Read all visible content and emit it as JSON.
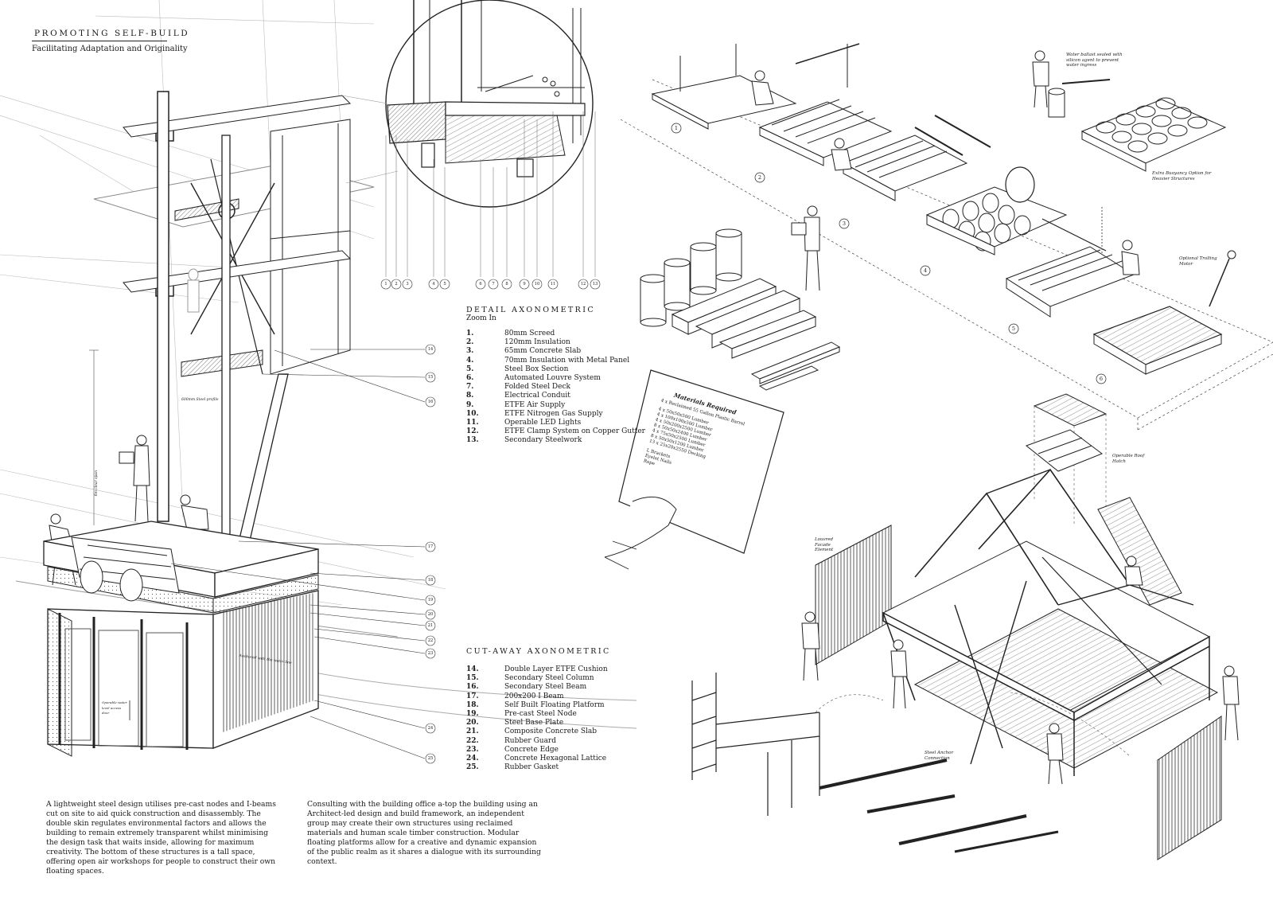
{
  "header": {
    "title": "PROMOTING SELF-BUILD",
    "subtitle": "Facilitating Adaptation and Originality"
  },
  "detail_section": {
    "heading": "DETAIL AXONOMETRIC",
    "subheading": "Zoom In",
    "items": [
      {
        "num": "1.",
        "label": "80mm Screed"
      },
      {
        "num": "2.",
        "label": "120mm Insulation"
      },
      {
        "num": "3.",
        "label": "65mm Concrete Slab"
      },
      {
        "num": "4.",
        "label": "70mm Insulation with Metal Panel"
      },
      {
        "num": "5.",
        "label": "Steel Box Section"
      },
      {
        "num": "6.",
        "label": "Automated Louvre System"
      },
      {
        "num": "7.",
        "label": "Folded Steel Deck"
      },
      {
        "num": "8.",
        "label": "Electrical Conduit"
      },
      {
        "num": "9.",
        "label": "ETFE Air Supply"
      },
      {
        "num": "10.",
        "label": "ETFE Nitrogen Gas Supply"
      },
      {
        "num": "11.",
        "label": "Operable LED Lights"
      },
      {
        "num": "12.",
        "label": "ETFE Clamp System on Copper Gutter"
      },
      {
        "num": "13.",
        "label": "Secondary Steelwork"
      }
    ]
  },
  "cutaway_section": {
    "heading": "CUT-AWAY AXONOMETRIC",
    "items": [
      {
        "num": "14.",
        "label": "Double Layer ETFE Cushion"
      },
      {
        "num": "15.",
        "label": "Secondary Steel Column"
      },
      {
        "num": "16.",
        "label": "Secondary Steel Beam"
      },
      {
        "num": "17.",
        "label": "200x200 I Beam"
      },
      {
        "num": "18.",
        "label": "Self Built Floating Platform"
      },
      {
        "num": "19.",
        "label": "Pre-cast Steel Node"
      },
      {
        "num": "20.",
        "label": "Steel Base Plate"
      },
      {
        "num": "21.",
        "label": "Composite Concrete Slab"
      },
      {
        "num": "22.",
        "label": "Rubber Guard"
      },
      {
        "num": "23.",
        "label": "Concrete Edge"
      },
      {
        "num": "24.",
        "label": "Concrete Hexagonal Lattice"
      },
      {
        "num": "25.",
        "label": "Rubber Gasket"
      }
    ]
  },
  "detail_callouts": [
    "1",
    "2",
    "3",
    "4",
    "5",
    "6",
    "7",
    "8",
    "9",
    "10",
    "11",
    "12",
    "13"
  ],
  "cutaway_callouts": [
    "14",
    "15",
    "16",
    "17",
    "18",
    "19",
    "20",
    "21",
    "22",
    "23",
    "24",
    "25"
  ],
  "paragraphs": {
    "left": "A lightweight steel design utilises pre-cast nodes and I-beams cut on site to aid quick construction and disassembly. The double skin regulates environmental factors and allows the building to remain extremely transparent whilst minimising the design task that waits inside, allowing for maximum creativity. The bottom of these structures is a tall space, offering open air workshops for people to construct their own floating spaces.",
    "right": "Consulting with the building office a-top the building using an Architect-led design and build framework, an independent group may create their own structures using reclaimed materials and human scale timber construction. Modular floating platforms allow for a creative and dynamic expansion of the public realm as it shares a dialogue with its surrounding context."
  },
  "assembly_steps": [
    "1",
    "2",
    "3",
    "4",
    "5",
    "6"
  ],
  "annotations": {
    "water_ballast": "Water ballast sealed with silicon agent to prevent water ingress",
    "extra_buoyancy": "Extra Buoyancy Option for Heavier Structures",
    "trolling_motor": "Optional Trolling Motor",
    "roof_hatch": "Operable Roof Hatch",
    "louvred_facade": "Louvred Facade Element",
    "steel_anchor": "Steel Anchor Connection",
    "clear_span": "6m clear span",
    "buoyancy_profile": "600mm Steel profile",
    "waterline": "Anchored with the water line",
    "ballast_door": "Operable water level access door"
  },
  "materials_card": {
    "title": "Materials Required",
    "lines": [
      "4 x Reclaimed 55 Gallon Plastic Barrel",
      "4 x 50x50x500 Lumber",
      "4 x 100x100x500 Lumber",
      "4 x 50x200x2500 Lumber",
      "8 x 50x50x2400 Lumber",
      "4 x 75x50x2500 Lumber",
      "8 x 50x50x1200 Lumber",
      "13 x 25x20x2550 Decking",
      "L Brackets",
      "Eyelet Nails",
      "Rope"
    ]
  },
  "colors": {
    "ink": "#1a1a1a",
    "paper": "#ffffff",
    "line_light": "#9a9a9a"
  }
}
